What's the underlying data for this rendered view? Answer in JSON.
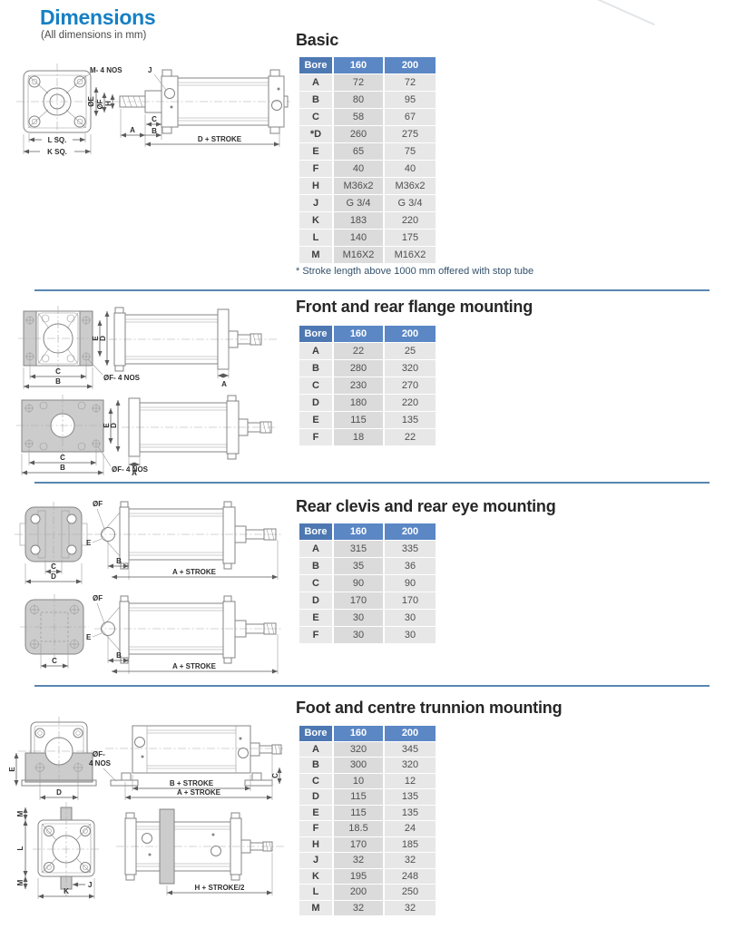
{
  "page": {
    "title": "Dimensions",
    "subtitle": "(All dimensions in mm)"
  },
  "colors": {
    "accent_blue": "#1680c4",
    "table_header_blue": "#5b87c5",
    "table_header_dark_blue": "#4d78b2",
    "separator_blue": "#5986b0",
    "drawing_gray_fill": "#cccccc"
  },
  "sections": [
    {
      "title": "Basic",
      "table": {
        "headers": [
          "Bore",
          "160",
          "200"
        ],
        "rows": [
          [
            "A",
            "72",
            "72"
          ],
          [
            "B",
            "80",
            "95"
          ],
          [
            "C",
            "58",
            "67"
          ],
          [
            "*D",
            "260",
            "275"
          ],
          [
            "E",
            "65",
            "75"
          ],
          [
            "F",
            "40",
            "40"
          ],
          [
            "H",
            "M36x2",
            "M36x2"
          ],
          [
            "J",
            "G 3/4",
            "G 3/4"
          ],
          [
            "K",
            "183",
            "220"
          ],
          [
            "L",
            "140",
            "175"
          ],
          [
            "M",
            "M16X2",
            "M16X2"
          ]
        ]
      },
      "note": "* Stroke length above 1000 mm offered with stop tube",
      "labels": {
        "m_nos": "M- 4 NOS",
        "l_sq": "L SQ.",
        "k_sq": "K SQ.",
        "j": "J",
        "oe": "ØE",
        "of": "ØF",
        "h": "H",
        "a": "A",
        "b": "B",
        "c": "C",
        "d_stroke": "D + STROKE"
      }
    },
    {
      "title": "Front and rear flange mounting",
      "table": {
        "headers": [
          "Bore",
          "160",
          "200"
        ],
        "rows": [
          [
            "A",
            "22",
            "25"
          ],
          [
            "B",
            "280",
            "320"
          ],
          [
            "C",
            "230",
            "270"
          ],
          [
            "D",
            "180",
            "220"
          ],
          [
            "E",
            "115",
            "135"
          ],
          [
            "F",
            "18",
            "22"
          ]
        ]
      },
      "labels": {
        "e": "E",
        "d": "D",
        "c": "C",
        "b": "B",
        "of_nos": "ØF- 4 NOS",
        "a": "A"
      }
    },
    {
      "title": "Rear clevis and rear eye mounting",
      "table": {
        "headers": [
          "Bore",
          "160",
          "200"
        ],
        "rows": [
          [
            "A",
            "315",
            "335"
          ],
          [
            "B",
            "35",
            "36"
          ],
          [
            "C",
            "90",
            "90"
          ],
          [
            "D",
            "170",
            "170"
          ],
          [
            "E",
            "30",
            "30"
          ],
          [
            "F",
            "30",
            "30"
          ]
        ]
      },
      "labels": {
        "of": "ØF",
        "e": "E",
        "b": "B",
        "c": "C",
        "d": "D",
        "a_stroke": "A + STROKE"
      }
    },
    {
      "title": "Foot and centre trunnion mounting",
      "table": {
        "headers": [
          "Bore",
          "160",
          "200"
        ],
        "rows": [
          [
            "A",
            "320",
            "345"
          ],
          [
            "B",
            "300",
            "320"
          ],
          [
            "C",
            "10",
            "12"
          ],
          [
            "D",
            "115",
            "135"
          ],
          [
            "E",
            "115",
            "135"
          ],
          [
            "F",
            "18.5",
            "24"
          ],
          [
            "H",
            "170",
            "185"
          ],
          [
            "J",
            "32",
            "32"
          ],
          [
            "K",
            "195",
            "248"
          ],
          [
            "L",
            "200",
            "250"
          ],
          [
            "M",
            "32",
            "32"
          ]
        ]
      },
      "labels": {
        "of_line1": "ØF-",
        "of_line2": "4 NOS",
        "e": "E",
        "d": "D",
        "b_stroke": "B + STROKE",
        "a_stroke": "A + STROKE",
        "c": "C",
        "m": "M",
        "l": "L",
        "j": "J",
        "k": "K",
        "h_stroke": "H + STROKE/2"
      }
    }
  ]
}
